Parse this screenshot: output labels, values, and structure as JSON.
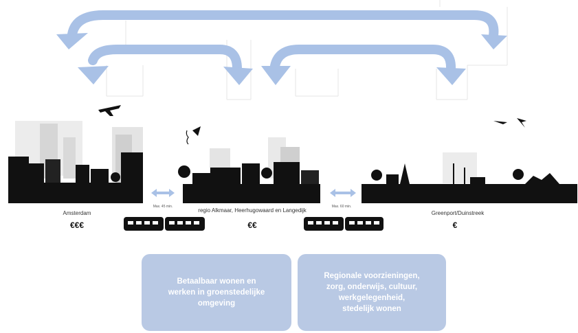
{
  "regions": [
    {
      "name": "Amsterdam",
      "price": "€€€"
    },
    {
      "name": "regio Alkmaar, Heerhugowaard en Langedijk",
      "price": "€€"
    },
    {
      "name": "Greenport/Duinstreek",
      "price": "€"
    }
  ],
  "travel_times": [
    "Max. 45 min.",
    "Max. 60 min."
  ],
  "boxes": [
    {
      "text": "Betaalbaar wonen en\nwerken in groenstedelijke\nomgeving"
    },
    {
      "text": "Regionale voorzieningen,\nzorg, onderwijs, cultuur,\nwerkgelegenheid,\nstedelijk wonen"
    }
  ],
  "colors": {
    "arrow": "#a9c1e6",
    "box": "#b9c9e4",
    "silhouette": "#111111",
    "building_light": "#d4d4d4"
  }
}
